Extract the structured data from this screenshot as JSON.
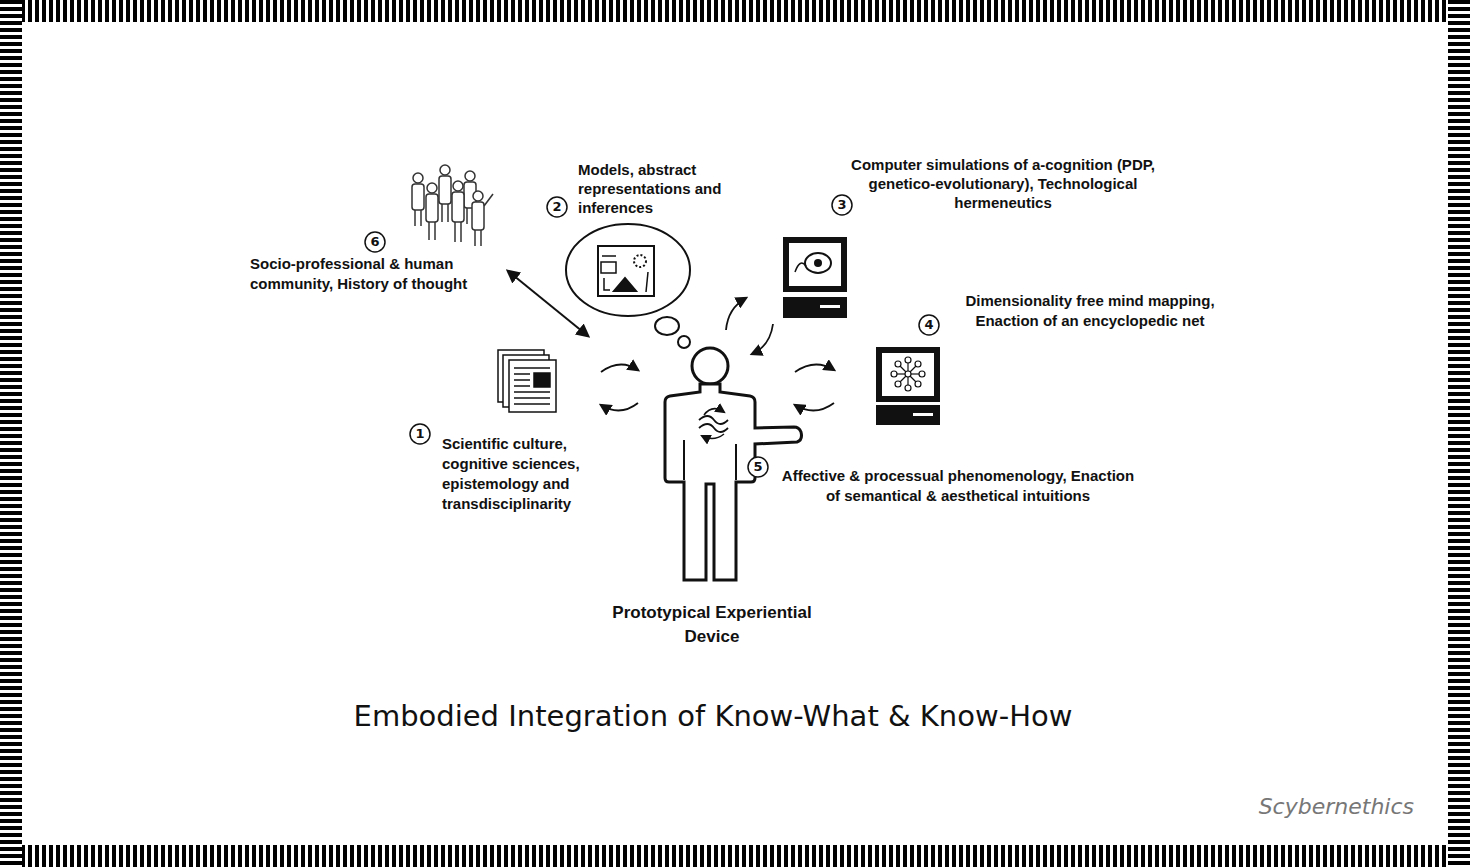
{
  "diagram": {
    "caption": "Embodied Integration of Know-What & Know-How",
    "labels": [
      "6",
      "Socio-professional & human community, History of thought",
      "2",
      "Models, abstract representations and inferences",
      "3",
      "Computer simulations of a-cognition (PDP, genetico-evolutionary), Technological hermeneutics",
      "4",
      "Dimensionality free mind mapping, Enaction of an encyclopedic net",
      "1",
      "Scientific culture, cognitive sciences, epistemology and transdisciplinarity",
      "5",
      "Affective & processual phenomenology, Enaction of semantical & aesthetical intuitions",
      "Prototypical Experiential Device",
      "Scybernethics"
    ]
  }
}
